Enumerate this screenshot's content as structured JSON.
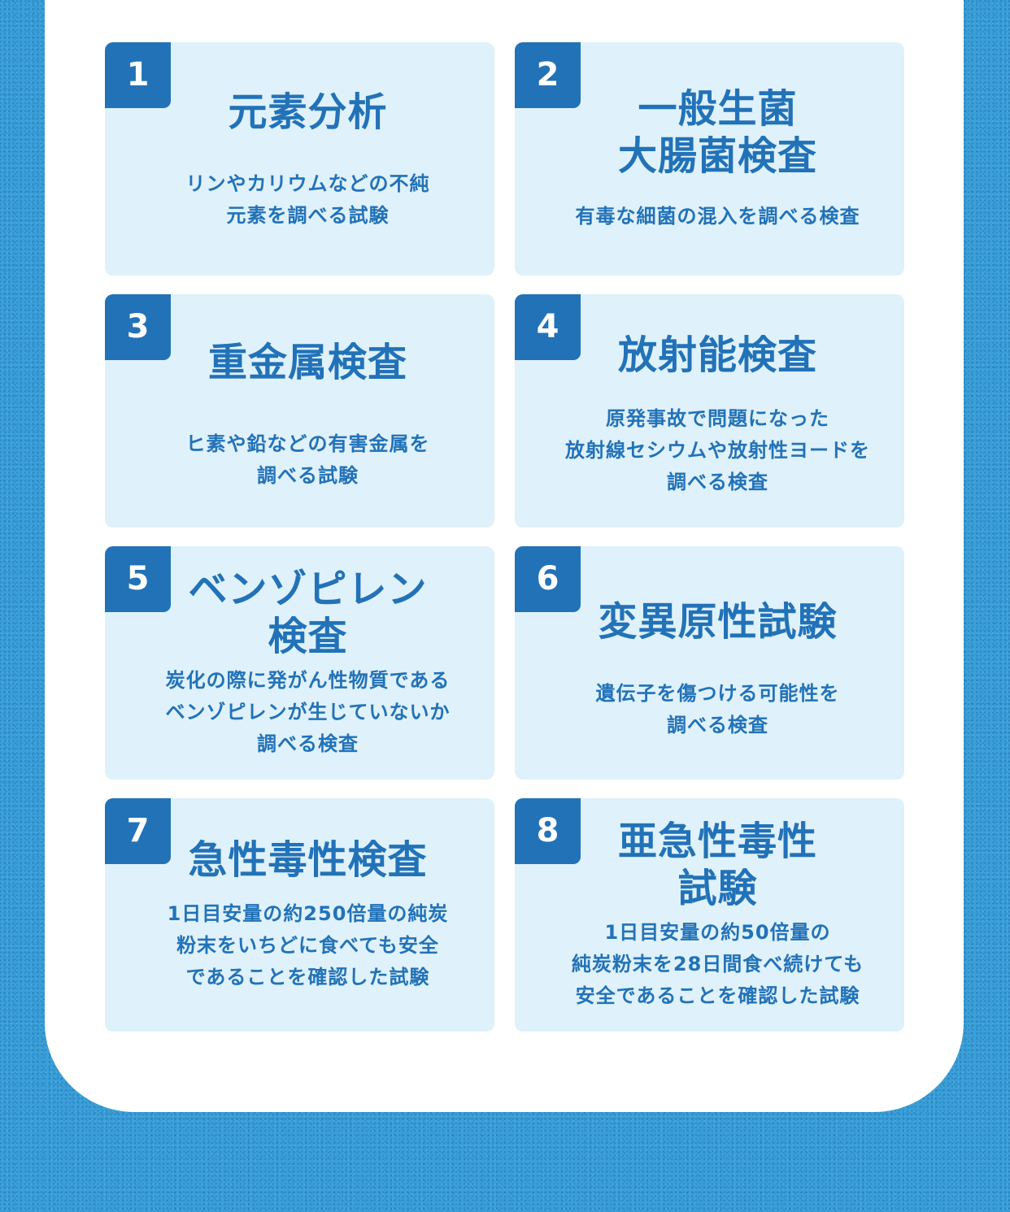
{
  "colors": {
    "background": "#3a9fd8",
    "panel": "#ffffff",
    "card": "#dff1fa",
    "accent": "#2272b8",
    "badge_text": "#ffffff"
  },
  "cards": [
    {
      "number": "1",
      "title": "元素分析",
      "description": "リンやカリウムなどの不純\n元素を調べる試験"
    },
    {
      "number": "2",
      "title": "一般生菌\n大腸菌検査",
      "description": "有毒な細菌の混入を調べる検査"
    },
    {
      "number": "3",
      "title": "重金属検査",
      "description": "ヒ素や鉛などの有害金属を\n調べる試験"
    },
    {
      "number": "4",
      "title": "放射能検査",
      "description": "原発事故で問題になった\n放射線セシウムや放射性ヨードを\n調べる検査"
    },
    {
      "number": "5",
      "title": "ベンゾピレン\n検査",
      "description": "炭化の際に発がん性物質である\nベンゾピレンが生じていないか\n調べる検査"
    },
    {
      "number": "6",
      "title": "変異原性試験",
      "description": "遺伝子を傷つける可能性を\n調べる検査"
    },
    {
      "number": "7",
      "title": "急性毒性検査",
      "description": "1日目安量の約250倍量の純炭\n粉末をいちどに食べても安全\nであることを確認した試験"
    },
    {
      "number": "8",
      "title": "亜急性毒性\n試験",
      "description": "1日目安量の約50倍量の\n純炭粉末を28日間食べ続けても\n安全であることを確認した試験"
    }
  ]
}
